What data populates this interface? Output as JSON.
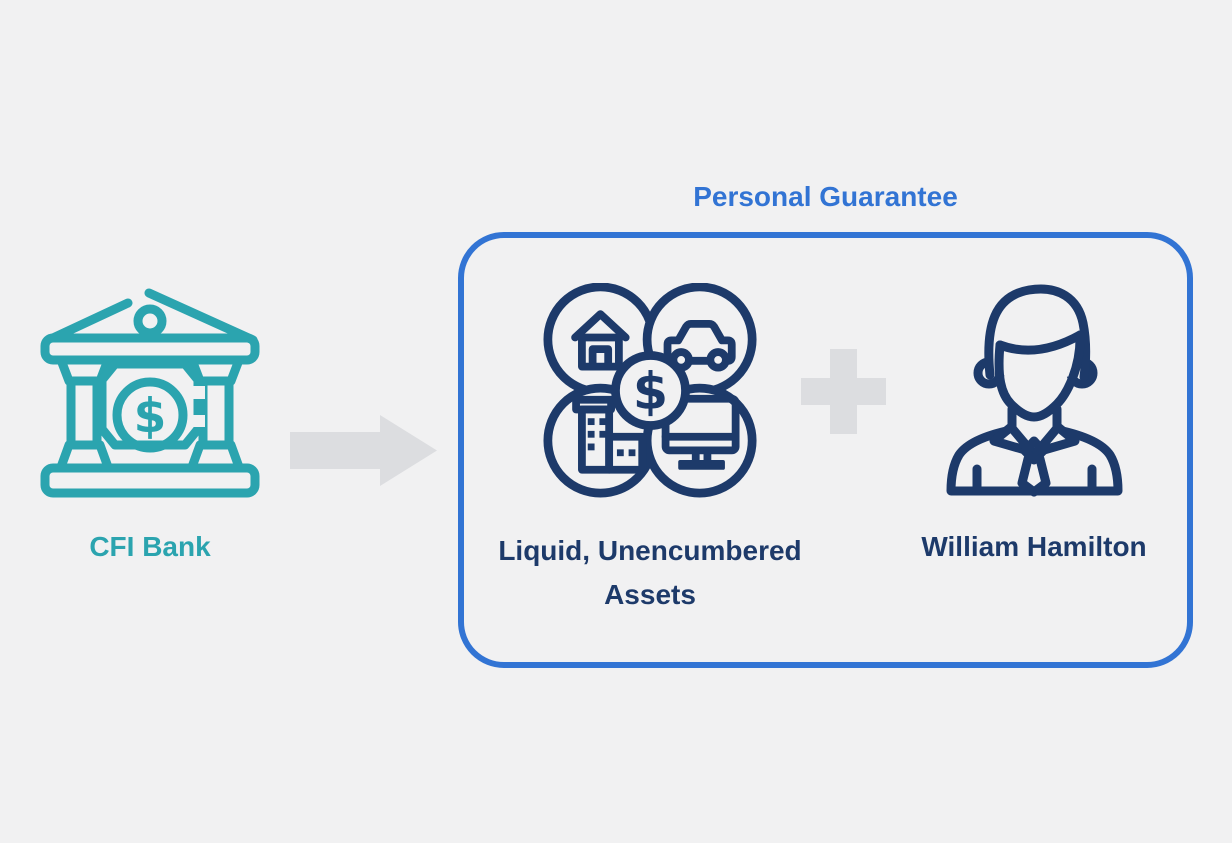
{
  "diagram": {
    "background": "#f1f1f2",
    "colors": {
      "teal": "#2ba4af",
      "blue": "#3274d4",
      "navy": "#1d3a6a",
      "gray": "#dcdde0"
    },
    "bank": {
      "label": "CFI Bank",
      "icon": "bank-building-with-dollar"
    },
    "arrow": {
      "icon": "right-arrow"
    },
    "guarantee_box": {
      "title": "Personal Guarantee",
      "assets": {
        "label_line1": "Liquid, Unencumbered",
        "label_line2": "Assets",
        "icon": "asset-cluster-house-car-buildings-computer-dollar"
      },
      "plus": {
        "icon": "plus-sign"
      },
      "person": {
        "label": "William Hamilton",
        "icon": "businessman"
      }
    }
  }
}
